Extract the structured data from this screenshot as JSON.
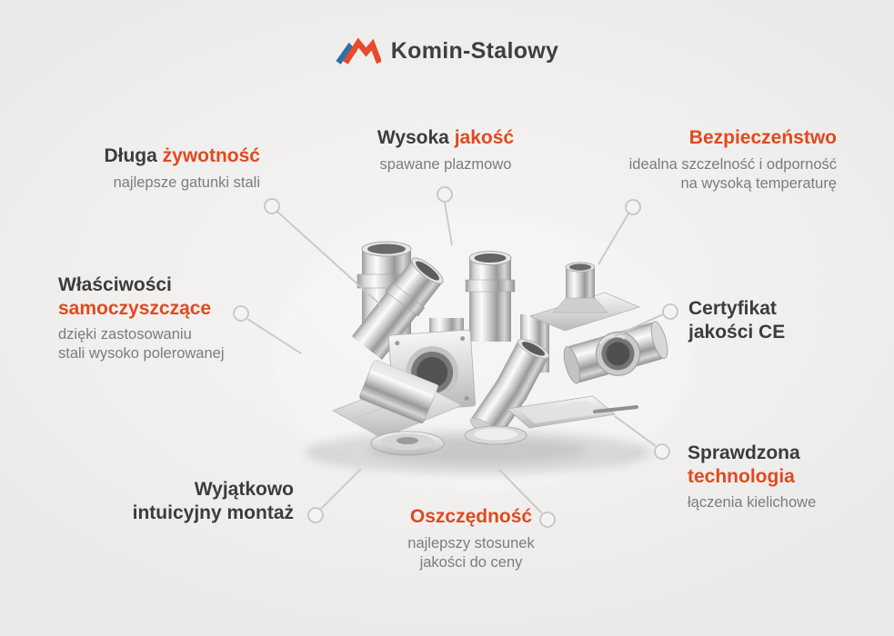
{
  "brand": {
    "name": "Komin-Stalowy"
  },
  "colors": {
    "accent": "#e1491f",
    "heading": "#3c3c3c",
    "subtext": "#7c7c7c",
    "background": "#f0efed",
    "connector": "#c8c7c5",
    "logo_orange": "#e8492a",
    "logo_blue": "#2f6fa8"
  },
  "icons": {
    "logo": "roof-peaks-logo-icon"
  },
  "center_image_alt": "stainless steel chimney components",
  "features": [
    {
      "id": "dluga-zywotnosc",
      "title_lines": [
        [
          {
            "text": "Długa",
            "accent": false
          },
          {
            "text": "żywotność",
            "accent": true
          }
        ]
      ],
      "subtitle_lines": [
        "najlepsze gatunki stali"
      ]
    },
    {
      "id": "wysoka-jakosc",
      "title_lines": [
        [
          {
            "text": "Wysoka",
            "accent": false
          },
          {
            "text": "jakość",
            "accent": true
          }
        ]
      ],
      "subtitle_lines": [
        "spawane plazmowo"
      ]
    },
    {
      "id": "bezpieczenstwo",
      "title_lines": [
        [
          {
            "text": "Bezpieczeństwo",
            "accent": true
          }
        ]
      ],
      "subtitle_lines": [
        "idealna szczelność i odporność",
        "na wysoką temperaturę"
      ]
    },
    {
      "id": "wlasciwosci-samoczyszczace",
      "title_lines": [
        [
          {
            "text": "Właściwości",
            "accent": false
          }
        ],
        [
          {
            "text": "samoczyszczące",
            "accent": true
          }
        ]
      ],
      "subtitle_lines": [
        "dzięki zastosowaniu",
        "stali wysoko polerowanej"
      ]
    },
    {
      "id": "certyfikat-jakosci-ce",
      "title_lines": [
        [
          {
            "text": "Certyfikat",
            "accent": false
          }
        ],
        [
          {
            "text": "jakości CE",
            "accent": false
          }
        ]
      ],
      "subtitle_lines": []
    },
    {
      "id": "sprawdzona-technologia",
      "title_lines": [
        [
          {
            "text": "Sprawdzona",
            "accent": false
          }
        ],
        [
          {
            "text": "technologia",
            "accent": true
          }
        ]
      ],
      "subtitle_lines": [
        "łączenia kielichowe"
      ]
    },
    {
      "id": "wyjatkowo-intuicyjny-montaz",
      "title_lines": [
        [
          {
            "text": "Wyjątkowo",
            "accent": false
          }
        ],
        [
          {
            "text": "intuicyjny montaż",
            "accent": false
          }
        ]
      ],
      "subtitle_lines": []
    },
    {
      "id": "oszczednosc",
      "title_lines": [
        [
          {
            "text": "Oszczędność",
            "accent": true
          }
        ]
      ],
      "subtitle_lines": [
        "najlepszy stosunek",
        "jakości do ceny"
      ]
    }
  ]
}
